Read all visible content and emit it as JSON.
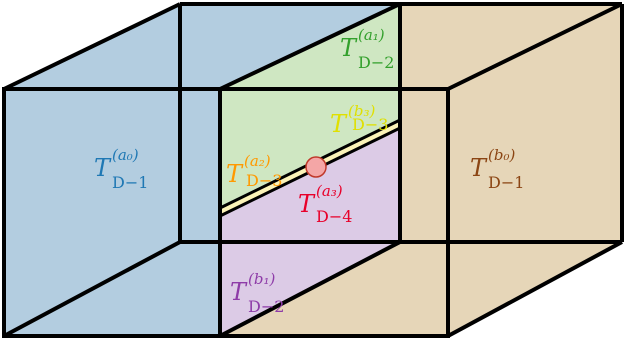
{
  "colors": {
    "left_cube": "#b3cde0",
    "right_cube": "#e6d6b8",
    "top_region": "#cfe7c2",
    "bottom_region": "#dccbe6",
    "strip": "#fbf3b8",
    "point": "#f4a6a6",
    "label_left": "#1f78b4",
    "label_right": "#8b4513",
    "label_a1": "#33a02c",
    "label_b3": "#e0e000",
    "label_a2": "#ff9900",
    "label_a3": "#e8002a",
    "label_b1": "#8e3ca8"
  },
  "labels": {
    "left": {
      "main": "T",
      "sup": "(a₀)",
      "sub": "D−1"
    },
    "right": {
      "main": "T",
      "sup": "(b₀)",
      "sub": "D−1"
    },
    "a1": {
      "main": "T",
      "sup": "(a₁)",
      "sub": "D−2"
    },
    "b3": {
      "main": "T",
      "sup": "(b₃)",
      "sub": "D−3"
    },
    "a2": {
      "main": "T",
      "sup": "(a₂)",
      "sub": "D−3"
    },
    "a3": {
      "main": "T",
      "sup": "(a₃)",
      "sub": "D−4"
    },
    "b1": {
      "main": "T",
      "sup": "(b₁)",
      "sub": "D−2"
    }
  }
}
